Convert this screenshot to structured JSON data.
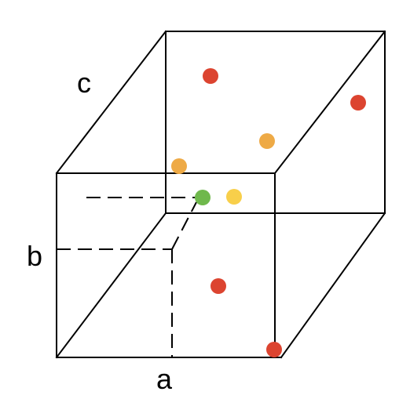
{
  "labels": {
    "a": "a",
    "b": "b",
    "c": "c"
  },
  "colors": {
    "red": "#dc4430",
    "orange": "#eeaa46",
    "yellow": "#f8cf4a",
    "green": "#6fb84c",
    "edge": "#000000"
  },
  "points": [
    {
      "name": "red-point-1",
      "color": "red"
    },
    {
      "name": "red-point-2",
      "color": "red"
    },
    {
      "name": "orange-point-1",
      "color": "orange"
    },
    {
      "name": "orange-point-2",
      "color": "orange"
    },
    {
      "name": "green-point",
      "color": "green"
    },
    {
      "name": "yellow-point",
      "color": "yellow"
    },
    {
      "name": "red-point-3",
      "color": "red"
    },
    {
      "name": "red-point-4",
      "color": "red"
    }
  ]
}
